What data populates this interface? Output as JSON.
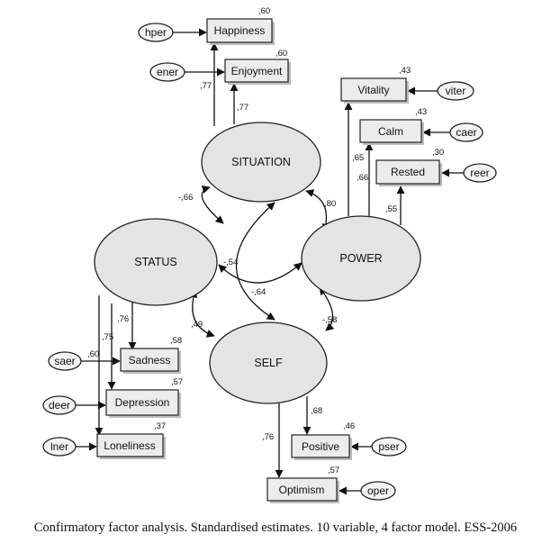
{
  "factors": {
    "situation": "SITUATION",
    "status": "STATUS",
    "power": "POWER",
    "self": "SELF"
  },
  "indicators": {
    "happiness": {
      "label": "Happiness",
      "r2": ",60",
      "error": "hper"
    },
    "enjoyment": {
      "label": "Enjoyment",
      "r2": ",60",
      "error": "ener"
    },
    "vitality": {
      "label": "Vitality",
      "r2": ",43",
      "error": "viter"
    },
    "calm": {
      "label": "Calm",
      "r2": ",43",
      "error": "caer"
    },
    "rested": {
      "label": "Rested",
      "r2": ",30",
      "error": "reer"
    },
    "sadness": {
      "label": "Sadness",
      "r2": ",58",
      "error": "saer"
    },
    "depression": {
      "label": "Depression",
      "r2": ",57",
      "error": "deer"
    },
    "loneliness": {
      "label": "Loneliness",
      "r2": ",37",
      "error": "lner"
    },
    "positive": {
      "label": "Positive",
      "r2": ",46",
      "error": "pser"
    },
    "optimism": {
      "label": "Optimism",
      "r2": ",57",
      "error": "oper"
    }
  },
  "loadings": {
    "happiness": ",77",
    "enjoyment": ",77",
    "vitality": ",65",
    "calm": ",66",
    "rested": ",55",
    "sadness": ",76",
    "depression": ",60",
    "loneliness": ",75",
    "positive": ",68",
    "optimism": ",76"
  },
  "correlations": {
    "status_situation": "-,66",
    "situation_power": ",80",
    "status_power": "-,54",
    "situation_self": "-,64",
    "status_self": ",49",
    "power_self": "-,58"
  },
  "caption": "Confirmatory factor analysis. Standardised estimates. 10 variable, 4 factor model. ESS-2006"
}
